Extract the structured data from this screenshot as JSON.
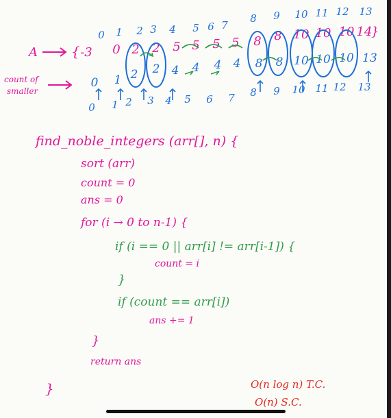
{
  "colors": {
    "pink": "#e0179a",
    "blue": "#1d6fd8",
    "green": "#2f9b4a",
    "red": "#e2261f",
    "ink": "#222222"
  },
  "labels": {
    "array_name": "A",
    "count_of_smaller_line1": "count of",
    "count_of_smaller_line2": "smaller"
  },
  "indices_top": [
    "0",
    "1",
    "2",
    "3",
    "4",
    "5",
    "6",
    "7",
    "8",
    "9",
    "10",
    "11",
    "12",
    "13"
  ],
  "indices_bottom": [
    "0",
    "1",
    "2",
    "3",
    "4",
    "5",
    "6",
    "7",
    "8",
    "9",
    "10",
    "11",
    "12",
    "13"
  ],
  "array_values": [
    "-3",
    "0",
    "2",
    "2",
    "5",
    "5",
    "5",
    "5",
    "8",
    "8",
    "10",
    "10",
    "10",
    "14"
  ],
  "count_smaller_values": [
    "0",
    "1",
    "2",
    "2",
    "4",
    "4",
    "4",
    "4",
    "8",
    "8",
    "10",
    "10",
    "10",
    "13"
  ],
  "code": {
    "signature": "find_noble_integers (arr[], n) {",
    "sort": "sort (arr)",
    "count_init": "count = 0",
    "ans_init": "ans = 0",
    "for_loop": "for (i → 0 to n-1) {",
    "if_cond": "if (i == 0 || arr[i] != arr[i-1]) {",
    "count_assign": "count = i",
    "close_inner_if": "}",
    "if_count": "if (count == arr[i])",
    "ans_inc": "ans += 1",
    "close_for": "}",
    "return": "return ans",
    "close_fn": "}"
  },
  "complexity": {
    "time": "O(n log n) T.C.",
    "space": "O(n) S.C."
  }
}
